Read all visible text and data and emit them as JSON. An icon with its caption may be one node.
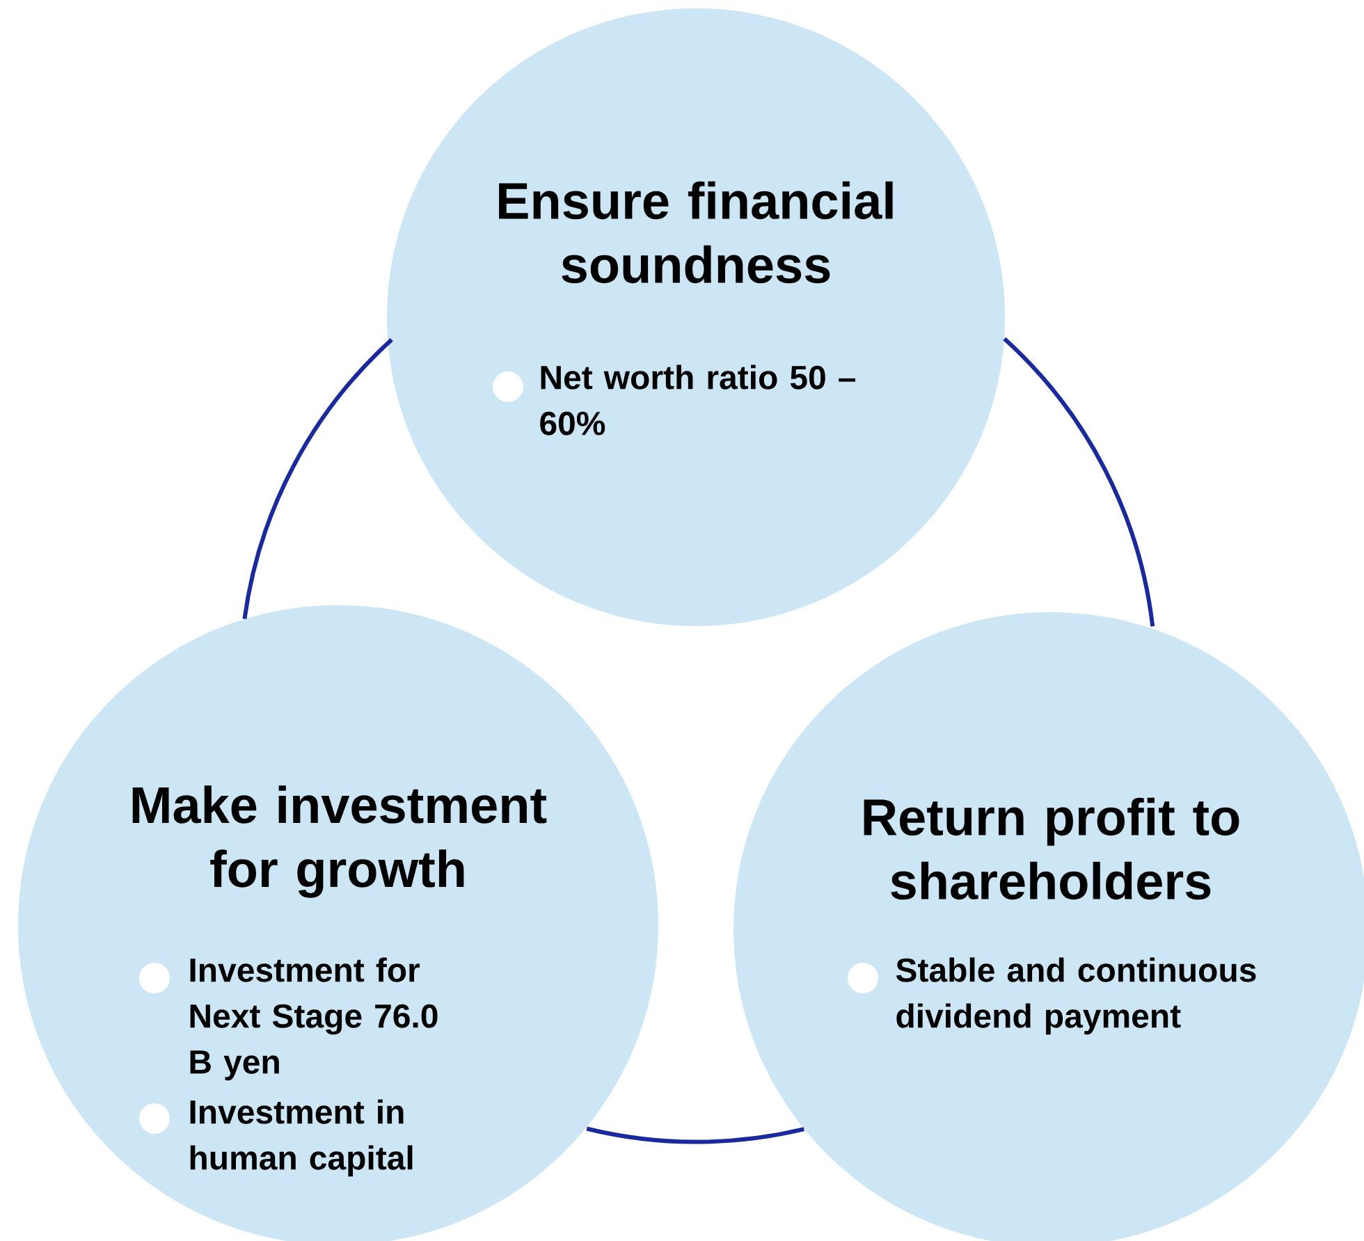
{
  "diagram": {
    "nodes": [
      {
        "text": [
          "Ensure financial soundness",
          "Net worth ratio 50 – 60%"
        ]
      },
      {
        "text": [
          "Make investment for growth",
          "Investment for Next Stage 76.0 B yen",
          "Investment in human capital"
        ]
      },
      {
        "text": [
          "Return profit to shareholders",
          "Stable and continuous dividend payment"
        ]
      }
    ],
    "edges": [
      {
        "from": 0,
        "to": 2,
        "arrow": "none"
      },
      {
        "from": 2,
        "to": 1,
        "arrow": "none"
      },
      {
        "from": 1,
        "to": 0,
        "arrow": "none"
      }
    ]
  }
}
